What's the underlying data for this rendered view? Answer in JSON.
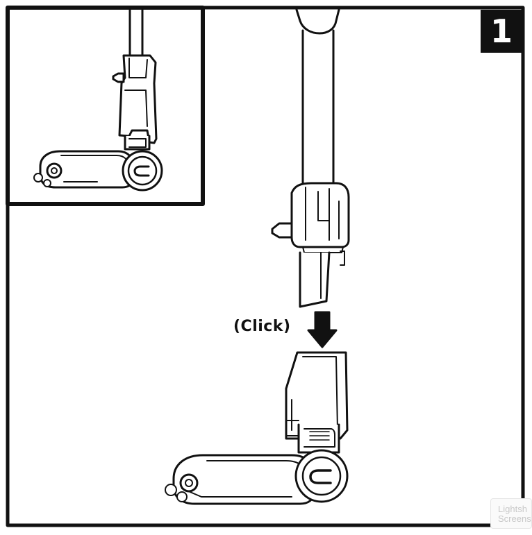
{
  "diagram": {
    "step_number": "1",
    "click_label": "(Click)"
  },
  "watermark": {
    "line1": "Lightsh",
    "line2": "Screensh"
  },
  "colors": {
    "ink": "#111111",
    "fill_light": "#f5f5f5",
    "background": "#ffffff"
  }
}
